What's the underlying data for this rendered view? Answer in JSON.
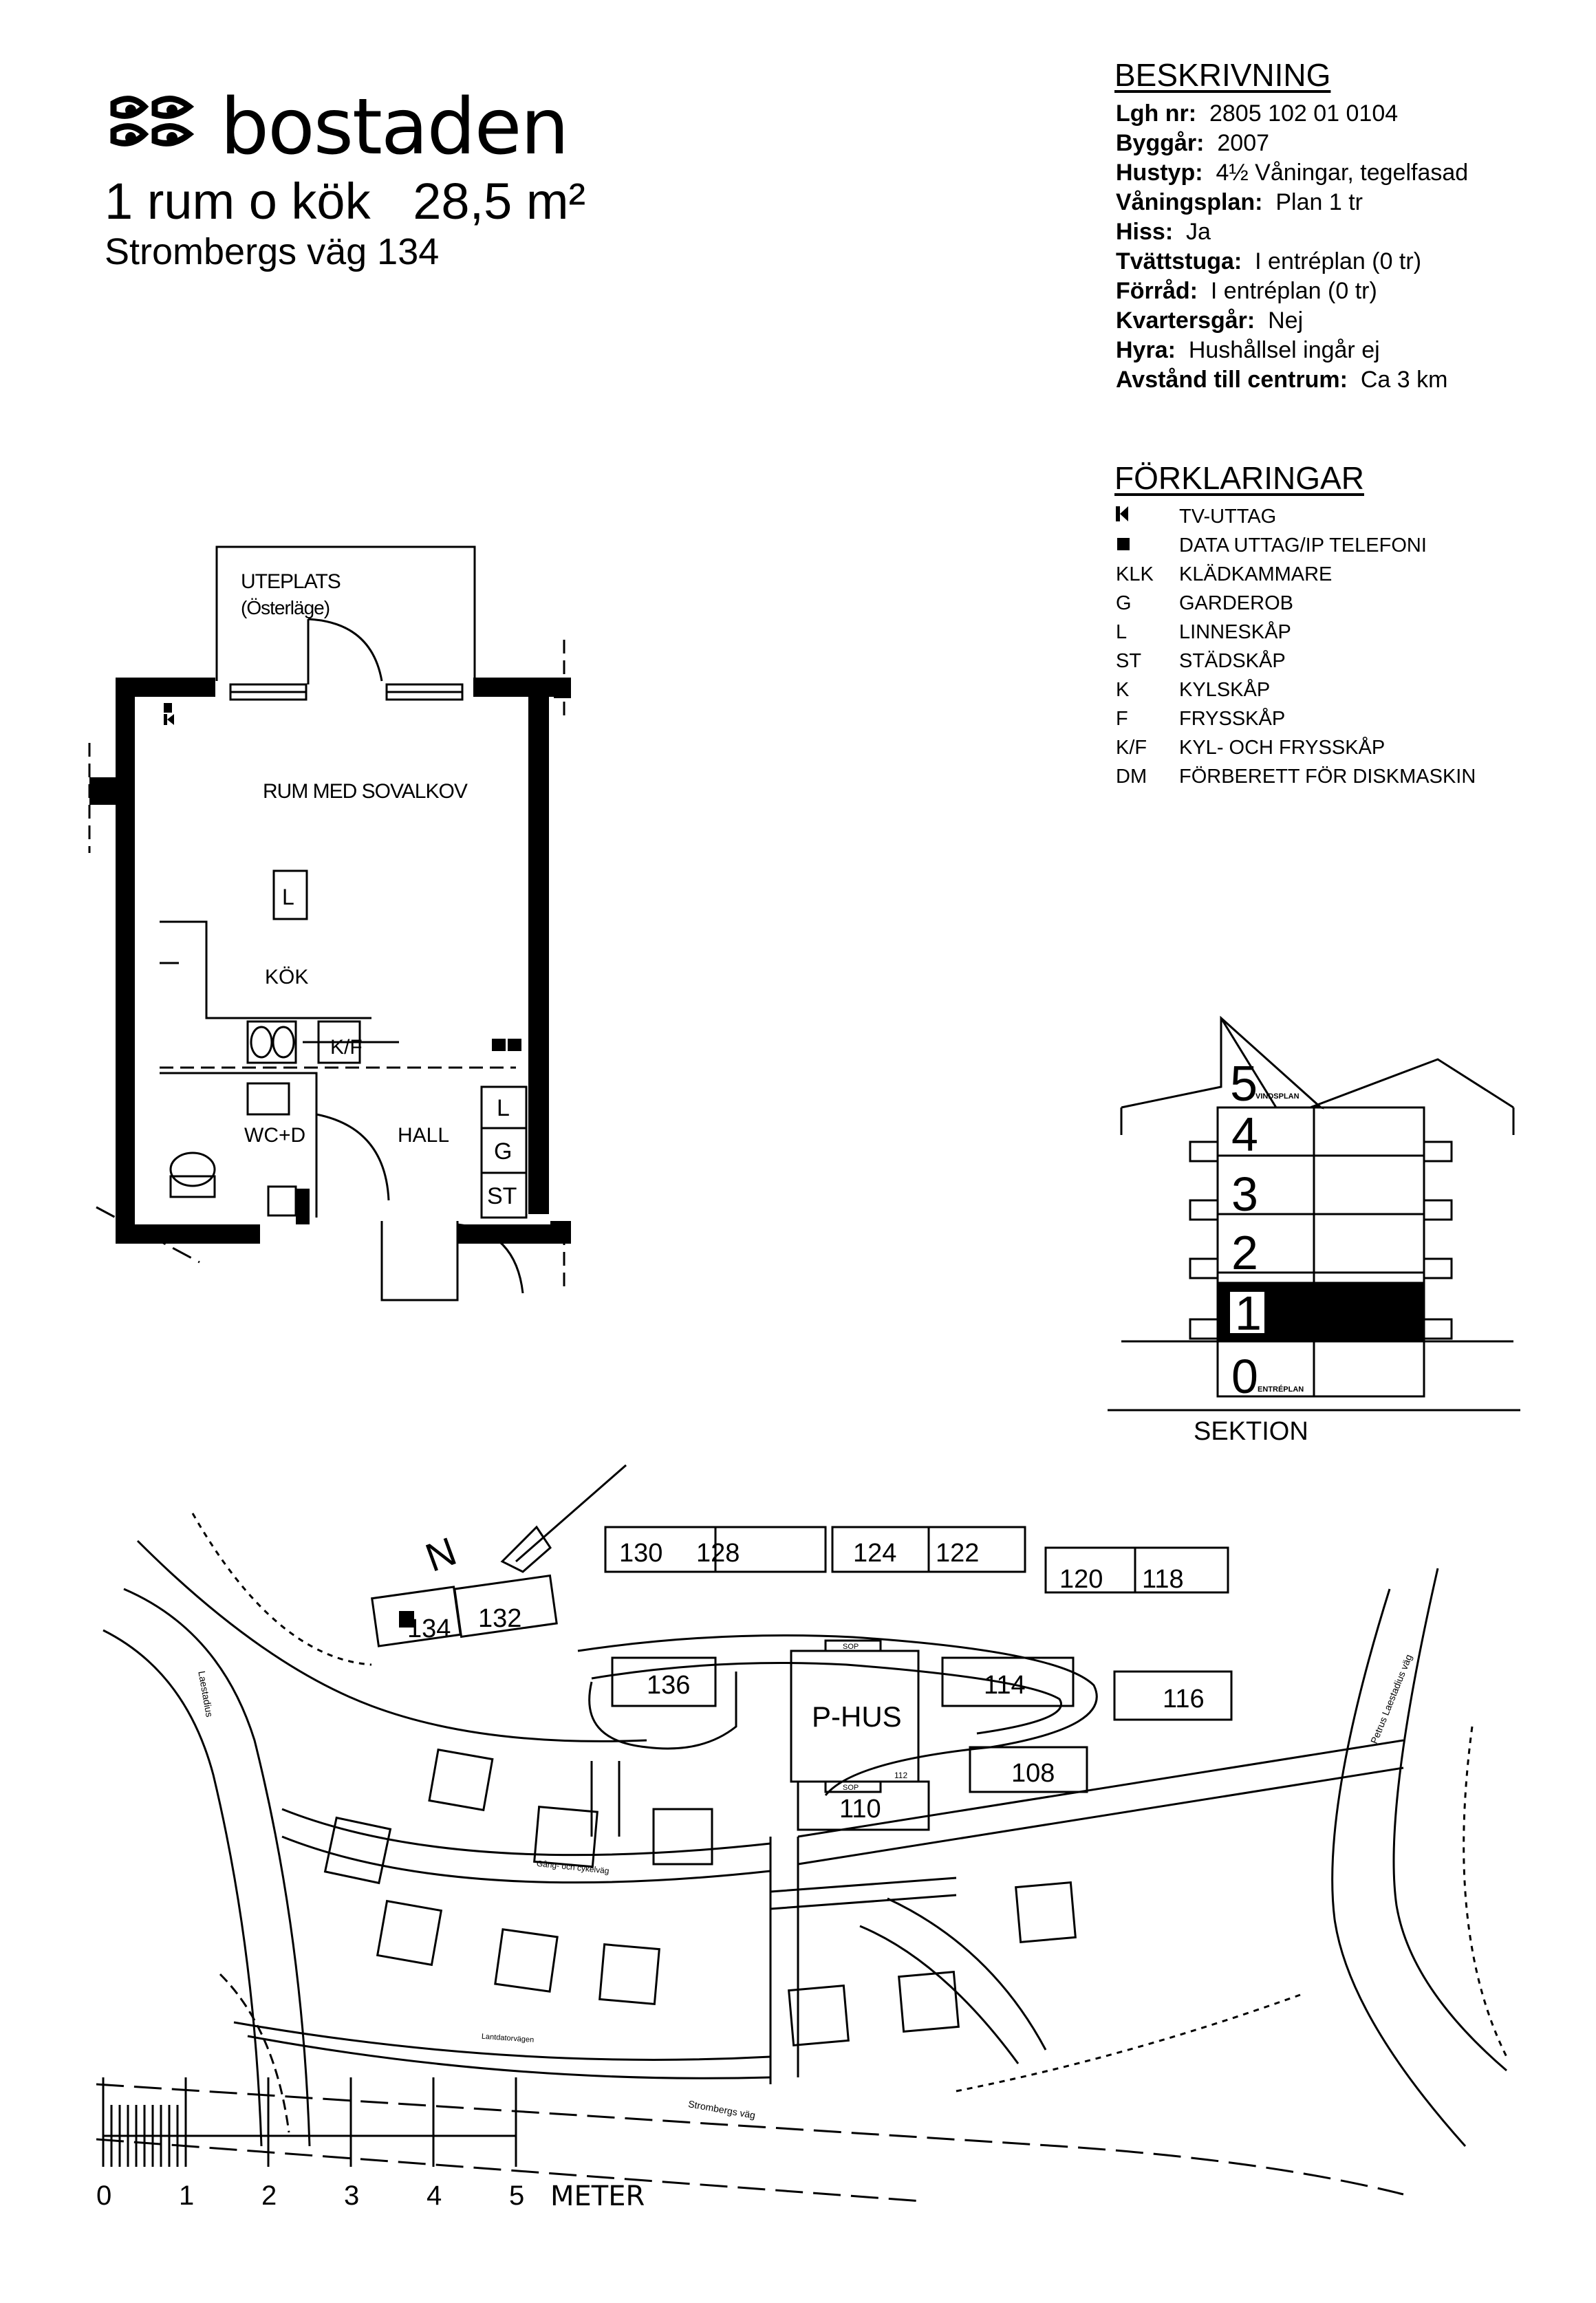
{
  "brand": {
    "name": "bostaden"
  },
  "apartment": {
    "title": "1 rum o kök   28,5 m²",
    "address": "Strombergs väg 134"
  },
  "description": {
    "heading": "BESKRIVNING",
    "rows": [
      {
        "label": "Lgh nr:",
        "value": "2805 102 01 0104"
      },
      {
        "label": "Byggår:",
        "value": "2007"
      },
      {
        "label": "Hustyp:",
        "value": "4½ Våningar, tegelfasad"
      },
      {
        "label": "Våningsplan:",
        "value": "Plan 1 tr"
      },
      {
        "label": "Hiss:",
        "value": "Ja"
      },
      {
        "label": "Tvättstuga:",
        "value": "I entréplan (0 tr)"
      },
      {
        "label": "Förråd:",
        "value": "I entréplan (0 tr)"
      },
      {
        "label": "Kvartersgår:",
        "value": "Nej"
      },
      {
        "label": "Hyra:",
        "value": "Hushållsel ingår ej"
      },
      {
        "label": "Avstånd till centrum:",
        "value": "Ca 3 km"
      }
    ]
  },
  "legend": {
    "heading": "FÖRKLARINGAR",
    "items": [
      {
        "key": "",
        "text": "TV-UTTAG",
        "icon": "tv-outlet-icon"
      },
      {
        "key": "",
        "text": "DATA UTTAG/IP TELEFONI",
        "icon": "data-outlet-icon"
      },
      {
        "key": "KLK",
        "text": "KLÄDKAMMARE"
      },
      {
        "key": "G",
        "text": "GARDEROB"
      },
      {
        "key": "L",
        "text": "LINNESKÅP"
      },
      {
        "key": "ST",
        "text": "STÄDSKÅP"
      },
      {
        "key": "K",
        "text": "KYLSKÅP"
      },
      {
        "key": "F",
        "text": "FRYSSKÅP"
      },
      {
        "key": "K/F",
        "text": "KYL- OCH FRYSSKÅP"
      },
      {
        "key": "DM",
        "text": "FÖRBERETT FÖR DISKMASKIN"
      }
    ]
  },
  "floorplan": {
    "uteplats": "UTEPLATS",
    "uteplats_sub": "(Österläge)",
    "rum": "RUM MED SOVALKOV",
    "kok": "KÖK",
    "wc": "WC+D",
    "hall": "HALL",
    "l": "L",
    "g": "G",
    "st": "ST",
    "kf": "K/F"
  },
  "section": {
    "label": "SEKTION",
    "floors": [
      "0",
      "1",
      "2",
      "3",
      "4",
      "5"
    ],
    "top_note": "VINDSPLAN",
    "bottom_note": "ENTRÉPLAN",
    "current_floor": "1"
  },
  "siteplan": {
    "north": "N",
    "buildings": [
      "130",
      "128",
      "124",
      "122",
      "120",
      "118",
      "134",
      "132",
      "136",
      "114",
      "116",
      "108",
      "110"
    ],
    "parking": "P-HUS",
    "sop1": "SOP",
    "sop2": "SOP",
    "num112": "112",
    "road1": "Strombergs väg",
    "road2": "Petrus Laestadius väg",
    "road3": "Gång- och cykelväg",
    "road4": "Laestadius",
    "road5": "Lantdatorvägen"
  },
  "scale": {
    "numbers": [
      "0",
      "1",
      "2",
      "3",
      "4",
      "5"
    ],
    "unit": "METER"
  }
}
